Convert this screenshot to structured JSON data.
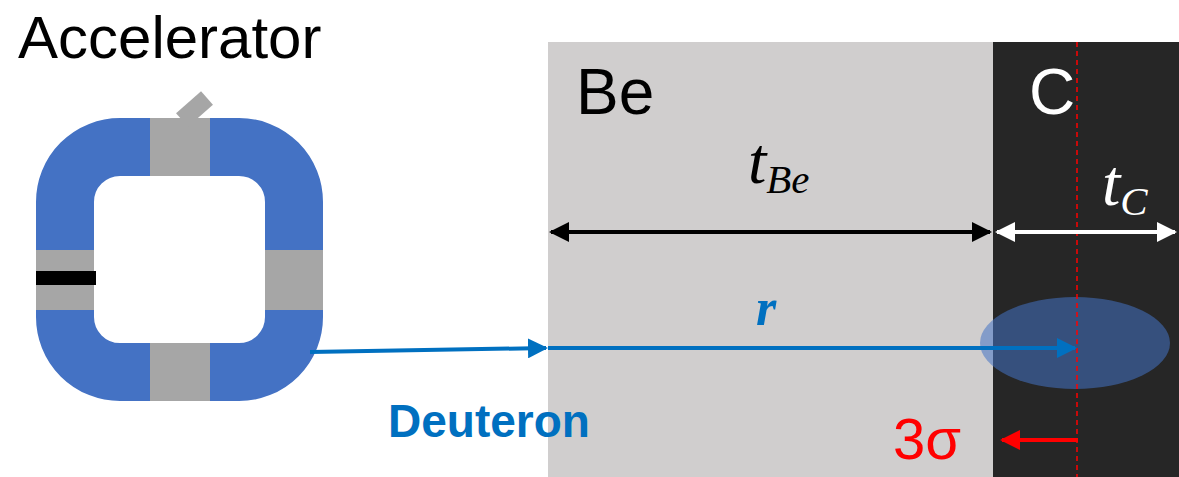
{
  "diagram": {
    "nodes": [
      {
        "text": [
          "Accelerator"
        ]
      },
      {
        "text": [
          "Be"
        ]
      },
      {
        "text": [
          "C"
        ]
      }
    ],
    "labels": [
      "tBe",
      "tC",
      "r",
      "Deuteron",
      "3σ"
    ]
  }
}
